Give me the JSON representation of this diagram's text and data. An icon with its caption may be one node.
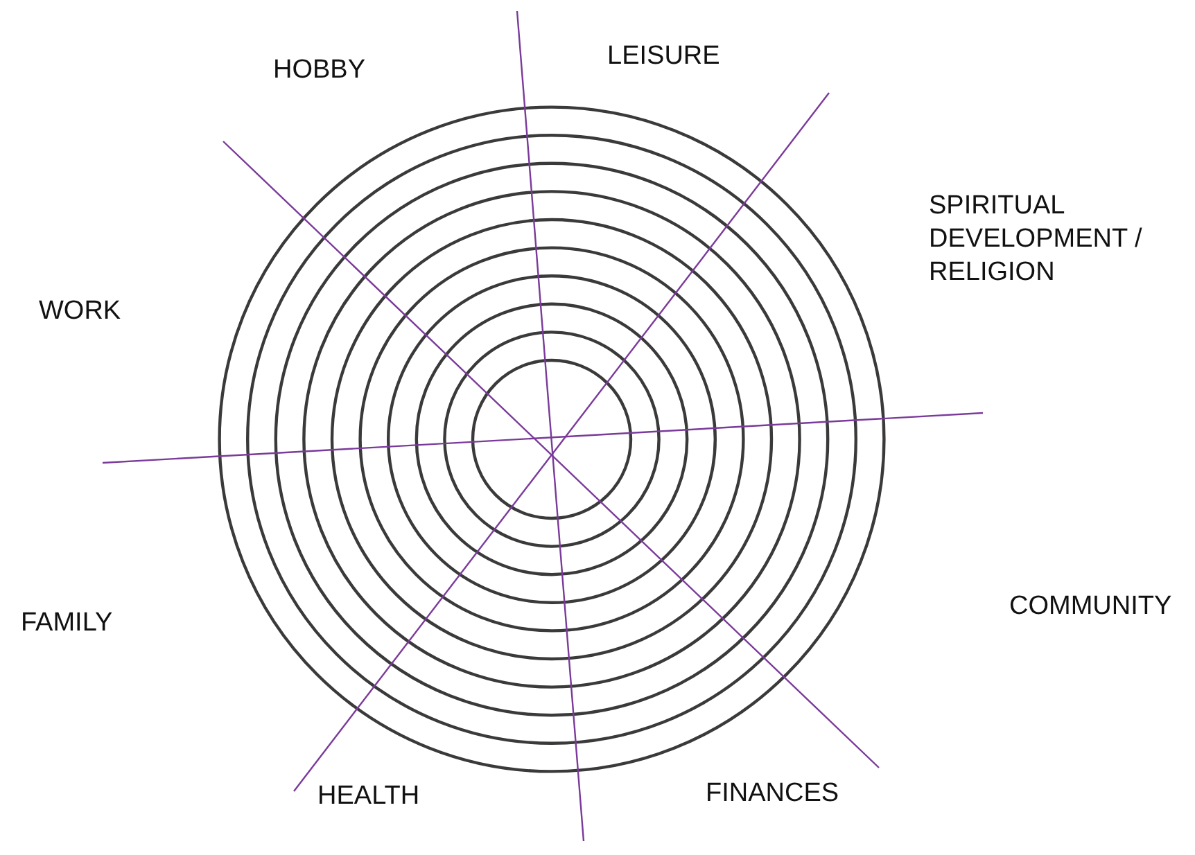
{
  "diagram": {
    "labels": [
      "HOBBY",
      "LEISURE",
      "SPIRITUAL DEVELOPMENT / RELIGION",
      "WORK",
      "FAMILY",
      "COMMUNITY",
      "HEALTH",
      "FINANCES"
    ]
  }
}
